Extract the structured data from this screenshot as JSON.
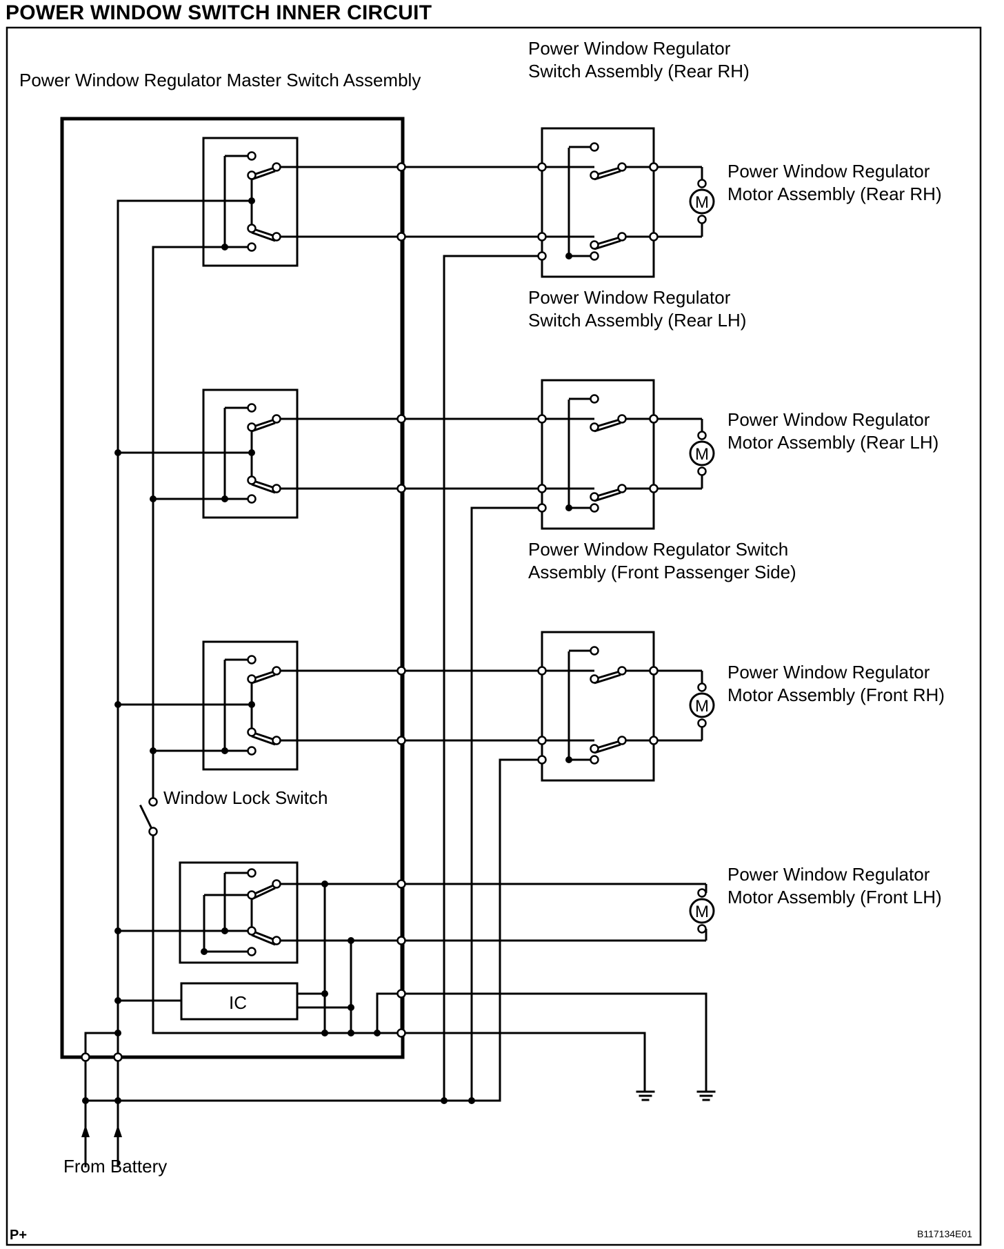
{
  "title": "POWER WINDOW SWITCH INNER CIRCUIT",
  "labels": {
    "master_switch": "Power Window Regulator Master Switch Assembly",
    "rear_rh_switch_1": "Power Window Regulator",
    "rear_rh_switch_2": "Switch Assembly (Rear RH)",
    "rear_lh_switch_1": "Power Window Regulator",
    "rear_lh_switch_2": "Switch Assembly (Rear LH)",
    "front_pass_switch_1": "Power Window Regulator Switch",
    "front_pass_switch_2": "Assembly (Front Passenger Side)",
    "motor_rear_rh_1": "Power Window Regulator",
    "motor_rear_rh_2": "Motor Assembly (Rear RH)",
    "motor_rear_lh_1": "Power Window Regulator",
    "motor_rear_lh_2": "Motor Assembly (Rear LH)",
    "motor_front_rh_1": "Power Window Regulator",
    "motor_front_rh_2": "Motor Assembly (Front RH)",
    "motor_front_lh_1": "Power Window Regulator",
    "motor_front_lh_2": "Motor Assembly (Front LH)",
    "window_lock": "Window Lock Switch",
    "ic": "IC",
    "motor_symbol": "M",
    "from_battery": "From Battery",
    "page_code": "P+",
    "figure_code": "B117134E01"
  }
}
